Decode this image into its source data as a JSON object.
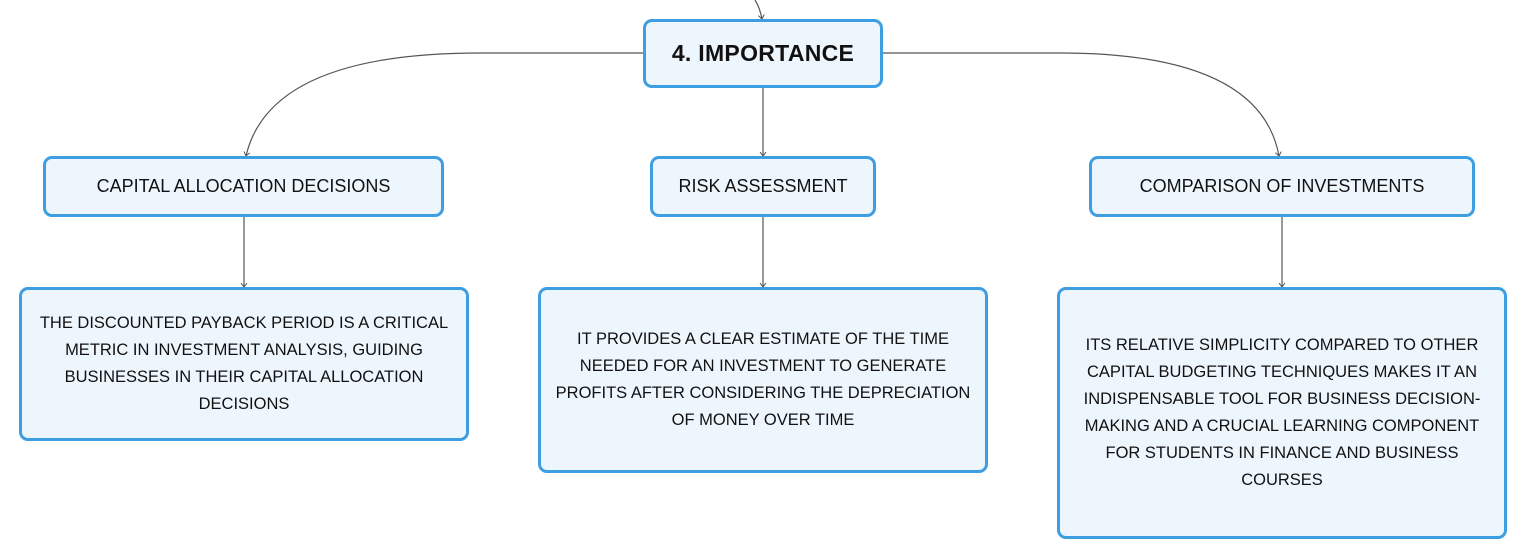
{
  "colors": {
    "node_border": "#3d9ee2",
    "node_fill": "#eef6fd",
    "connector": "#555555",
    "text": "#111111"
  },
  "root": {
    "label": "4. IMPORTANCE"
  },
  "branches": [
    {
      "label": "CAPITAL ALLOCATION DECISIONS",
      "detail": "THE DISCOUNTED PAYBACK PERIOD IS A CRITICAL METRIC IN INVESTMENT ANALYSIS, GUIDING BUSINESSES IN THEIR CAPITAL ALLOCATION DECISIONS"
    },
    {
      "label": "RISK ASSESSMENT",
      "detail": "IT PROVIDES A CLEAR ESTIMATE OF THE TIME NEEDED FOR AN INVESTMENT TO GENERATE PROFITS AFTER CONSIDERING THE DEPRECIATION OF MONEY OVER TIME"
    },
    {
      "label": "COMPARISON OF INVESTMENTS",
      "detail": "ITS RELATIVE SIMPLICITY COMPARED TO OTHER CAPITAL BUDGETING TECHNIQUES MAKES IT AN INDISPENSABLE TOOL FOR BUSINESS DECISION-MAKING AND A CRUCIAL LEARNING COMPONENT FOR STUDENTS IN FINANCE AND BUSINESS COURSES"
    }
  ]
}
